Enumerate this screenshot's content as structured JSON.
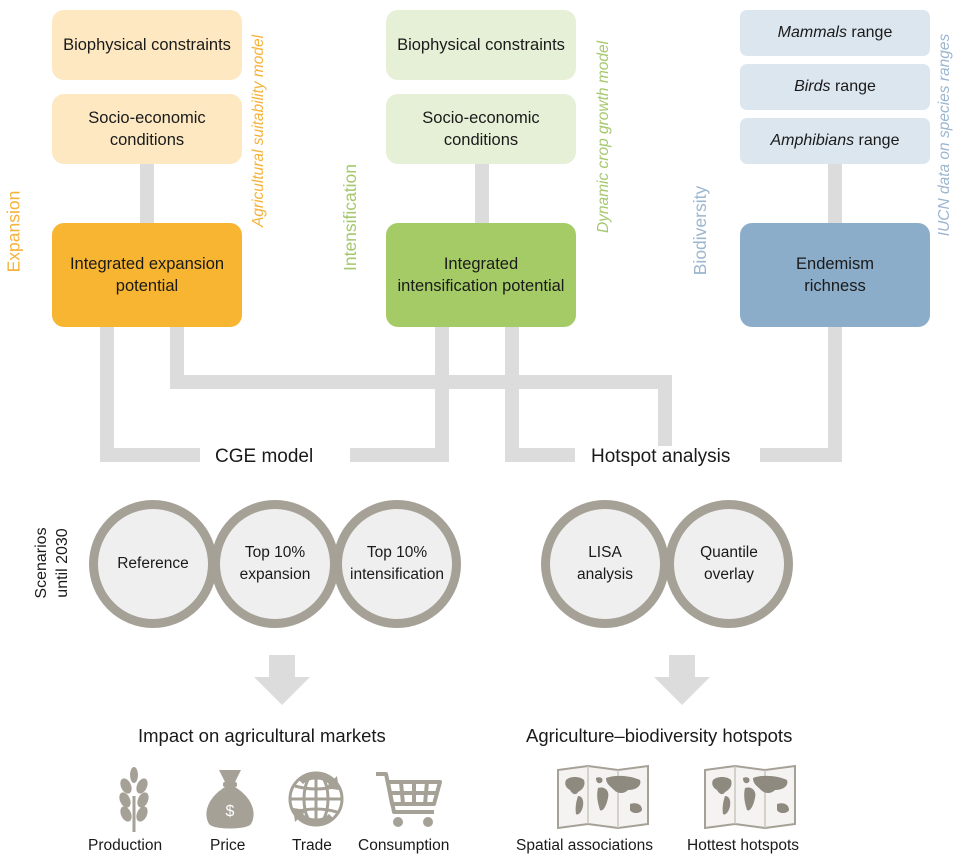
{
  "colors": {
    "expansion": "#f7b531",
    "expansion_light": "#fde8c2",
    "expansion_text": "#f5b23a",
    "intensification": "#a5cb66",
    "intensification_light": "#e5f0d7",
    "intensification_text": "#a5c86e",
    "biodiversity": "#8badc9",
    "biodiversity_light": "#dce6ef",
    "biodiversity_text": "#9cb6cf",
    "connector": "#dcdcdc",
    "circle_border": "#a6a196",
    "circle_fill": "#efefef",
    "icon": "#a6a196"
  },
  "expansion": {
    "label": "Expansion",
    "model_label": "Agricultural suitability model",
    "biophysical": "Biophysical constraints",
    "socio": "Socio-economic conditions",
    "integrated": "Integrated expansion potential"
  },
  "intensification": {
    "label": "Intensification",
    "model_label": "Dynamic crop growth model",
    "biophysical": "Biophysical constraints",
    "socio": "Socio-economic conditions",
    "integrated": "Integrated intensification potential"
  },
  "biodiversity": {
    "label": "Biodiversity",
    "data_label": "IUCN data on species ranges",
    "mammals_taxon": "Mammals",
    "birds_taxon": "Birds",
    "amphibians_taxon": "Amphibians",
    "range_word": " range",
    "endemism": "Endemism richness"
  },
  "cge": {
    "title": "CGE model",
    "scenarios_line1": "Scenarios",
    "scenarios_line2": "until 2030",
    "scenarios": [
      "Reference",
      "Top 10% expansion",
      "Top 10% intensification"
    ]
  },
  "hotspot": {
    "title": "Hotspot analysis",
    "methods": [
      "LISA analysis",
      "Quantile overlay"
    ]
  },
  "markets": {
    "title": "Impact on agricultural markets",
    "icons": [
      {
        "icon": "wheat-icon",
        "label": "Production"
      },
      {
        "icon": "money-bag-icon",
        "label": "Price"
      },
      {
        "icon": "globe-trade-icon",
        "label": "Trade"
      },
      {
        "icon": "shopping-cart-icon",
        "label": "Consumption"
      }
    ],
    "price_symbol": "$"
  },
  "hotspots": {
    "title": "Agriculture–biodiversity hotspots",
    "icons": [
      {
        "icon": "world-map-icon",
        "label": "Spatial associations"
      },
      {
        "icon": "world-map-icon",
        "label": "Hottest hotspots"
      }
    ]
  }
}
